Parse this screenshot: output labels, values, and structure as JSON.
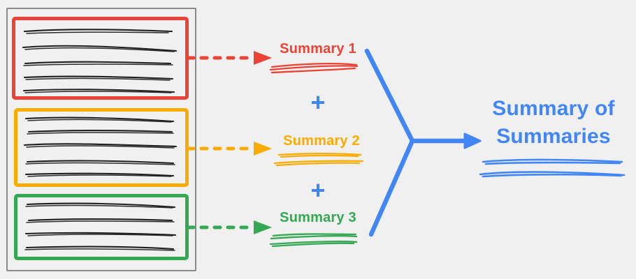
{
  "background_color": "#f0f0f0",
  "document": {
    "border_color": "#8a8a8a",
    "sections": [
      {
        "name": "section-1",
        "color": "#ea4335",
        "text_line_count": 5
      },
      {
        "name": "section-2",
        "color": "#f9ab00",
        "text_line_count": 5
      },
      {
        "name": "section-3",
        "color": "#34a853",
        "text_line_count": 4
      }
    ]
  },
  "summaries": [
    {
      "label": "Summary 1",
      "color": "#ea4335"
    },
    {
      "label": "Summary 2",
      "color": "#f9ab00"
    },
    {
      "label": "Summary 3",
      "color": "#34a853"
    }
  ],
  "operators": {
    "plus": "+",
    "color": "#4285f4"
  },
  "result": {
    "title_line1": "Summary of",
    "title_line2": "Summaries",
    "color": "#4285f4",
    "scribble_line_count": 2
  }
}
